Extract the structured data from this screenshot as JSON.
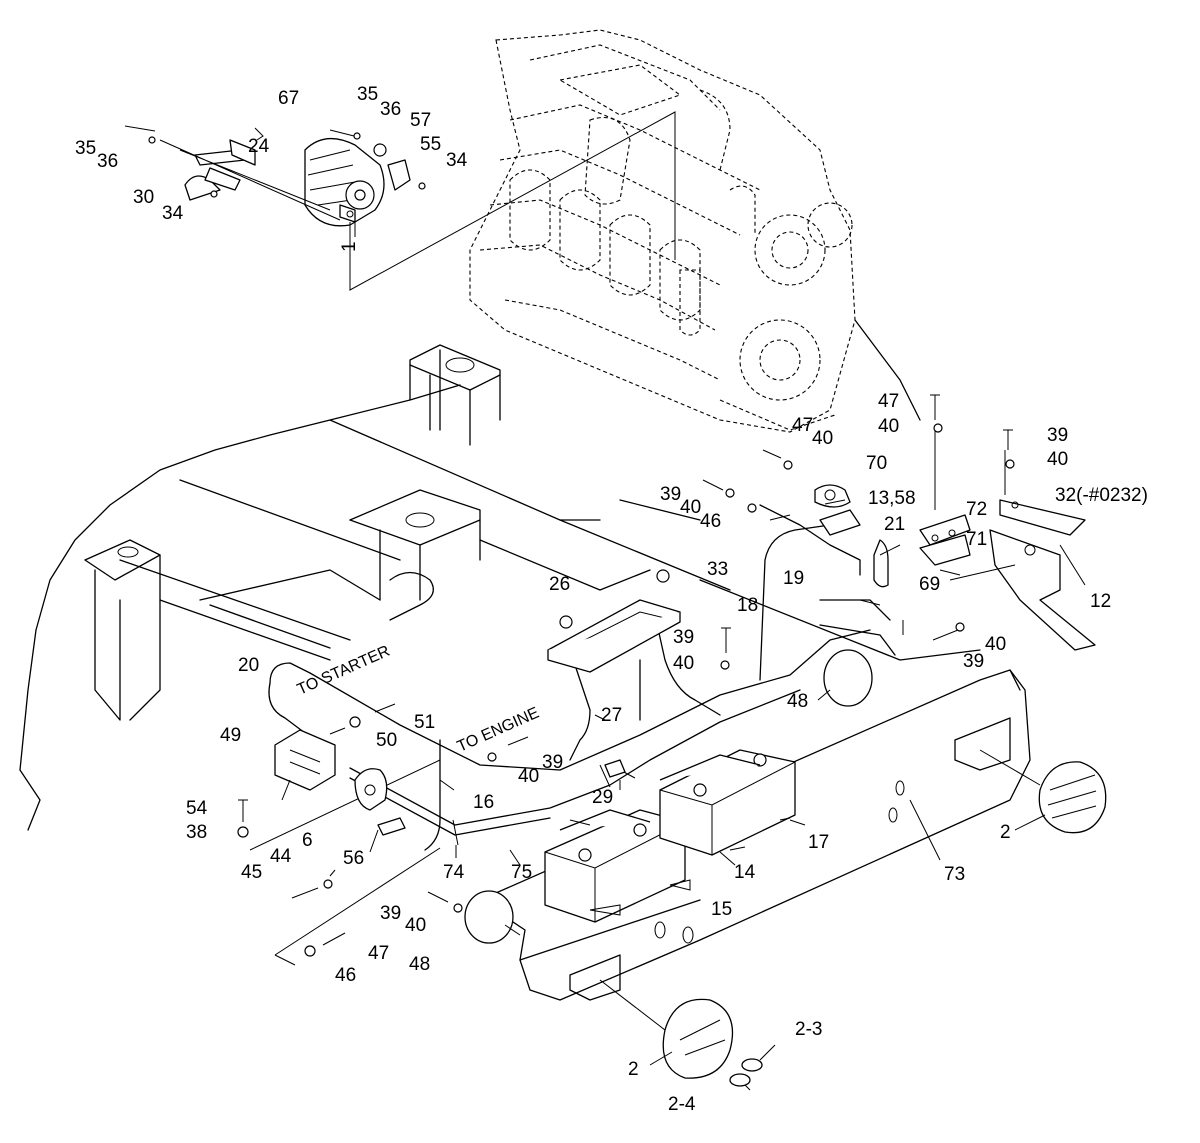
{
  "callouts": [
    {
      "id": "c67",
      "text": "67"
    },
    {
      "id": "c35a",
      "text": "35"
    },
    {
      "id": "c36a",
      "text": "36"
    },
    {
      "id": "c35b",
      "text": "35"
    },
    {
      "id": "c36b",
      "text": "36"
    },
    {
      "id": "c24",
      "text": "24"
    },
    {
      "id": "c57",
      "text": "57"
    },
    {
      "id": "c55",
      "text": "55"
    },
    {
      "id": "c34a",
      "text": "34"
    },
    {
      "id": "c30",
      "text": "30"
    },
    {
      "id": "c34b",
      "text": "34"
    },
    {
      "id": "c1",
      "text": "1"
    },
    {
      "id": "c47a",
      "text": "47"
    },
    {
      "id": "c40a",
      "text": "40"
    },
    {
      "id": "c39a",
      "text": "39"
    },
    {
      "id": "c40b",
      "text": "40"
    },
    {
      "id": "c47b",
      "text": "47"
    },
    {
      "id": "c40c",
      "text": "40"
    },
    {
      "id": "c70",
      "text": "70"
    },
    {
      "id": "c39b",
      "text": "39"
    },
    {
      "id": "c40d",
      "text": "40"
    },
    {
      "id": "c46a",
      "text": "46"
    },
    {
      "id": "c1358",
      "text": "13,58"
    },
    {
      "id": "c72",
      "text": "72"
    },
    {
      "id": "c32",
      "text": "32(-#0232)"
    },
    {
      "id": "c21",
      "text": "21"
    },
    {
      "id": "c71",
      "text": "71"
    },
    {
      "id": "c69",
      "text": "69"
    },
    {
      "id": "c12",
      "text": "12"
    },
    {
      "id": "c26",
      "text": "26"
    },
    {
      "id": "c33",
      "text": "33"
    },
    {
      "id": "c19",
      "text": "19"
    },
    {
      "id": "c18",
      "text": "18"
    },
    {
      "id": "c39c",
      "text": "39"
    },
    {
      "id": "c40e",
      "text": "40"
    },
    {
      "id": "c40f",
      "text": "40"
    },
    {
      "id": "c39d",
      "text": "39"
    },
    {
      "id": "c20",
      "text": "20"
    },
    {
      "id": "c51",
      "text": "51"
    },
    {
      "id": "c27",
      "text": "27"
    },
    {
      "id": "c48a",
      "text": "48"
    },
    {
      "id": "c49",
      "text": "49"
    },
    {
      "id": "c50",
      "text": "50"
    },
    {
      "id": "c39e",
      "text": "39"
    },
    {
      "id": "c40g",
      "text": "40"
    },
    {
      "id": "c29",
      "text": "29"
    },
    {
      "id": "c16",
      "text": "16"
    },
    {
      "id": "c17",
      "text": "17"
    },
    {
      "id": "c54",
      "text": "54"
    },
    {
      "id": "c38",
      "text": "38"
    },
    {
      "id": "c6",
      "text": "6"
    },
    {
      "id": "c2a",
      "text": "2"
    },
    {
      "id": "c44",
      "text": "44"
    },
    {
      "id": "c56",
      "text": "56"
    },
    {
      "id": "c74",
      "text": "74"
    },
    {
      "id": "c75",
      "text": "75"
    },
    {
      "id": "c14",
      "text": "14"
    },
    {
      "id": "c73",
      "text": "73"
    },
    {
      "id": "c45",
      "text": "45"
    },
    {
      "id": "c15",
      "text": "15"
    },
    {
      "id": "c39f",
      "text": "39"
    },
    {
      "id": "c40h",
      "text": "40"
    },
    {
      "id": "c47c",
      "text": "47"
    },
    {
      "id": "c46b",
      "text": "46"
    },
    {
      "id": "c48b",
      "text": "48"
    },
    {
      "id": "c23",
      "text": "2-3"
    },
    {
      "id": "c2b",
      "text": "2"
    },
    {
      "id": "c24b",
      "text": "2-4"
    }
  ],
  "notes": {
    "to_starter": "TO STARTER",
    "to_engine": "TO ENGINE"
  }
}
